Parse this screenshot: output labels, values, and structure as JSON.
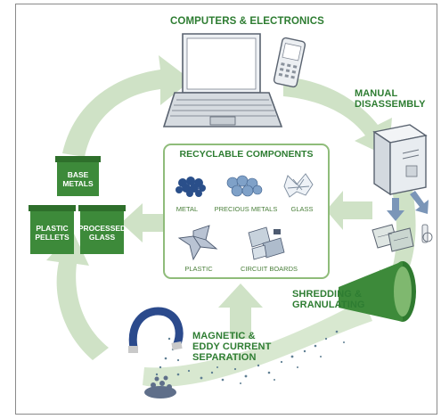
{
  "diagram": {
    "title": "COMPUTERS & ELECTRONICS",
    "manual_disassembly": "MANUAL DISASSEMBLY",
    "shredding": "SHREDDING & GRANULATING",
    "magnetic": "MAGNETIC & EDDY CURRENT SEPARATION",
    "recyclable": {
      "title": "RECYCLABLE COMPONENTS",
      "items": [
        "METAL",
        "PRECIOUS METALS",
        "GLASS",
        "PLASTIC",
        "CIRCUIT BOARDS"
      ]
    },
    "boxes": {
      "base_metals": "BASE METALS",
      "plastic_pellets": "PLASTIC PELLETS",
      "processed_glass": "PROCESSED GLASS"
    },
    "colors": {
      "arrow": "#c9dfc0",
      "label": "#2e7d32",
      "box": "#3d8a3a",
      "funnel": "#2f7a2f"
    }
  }
}
